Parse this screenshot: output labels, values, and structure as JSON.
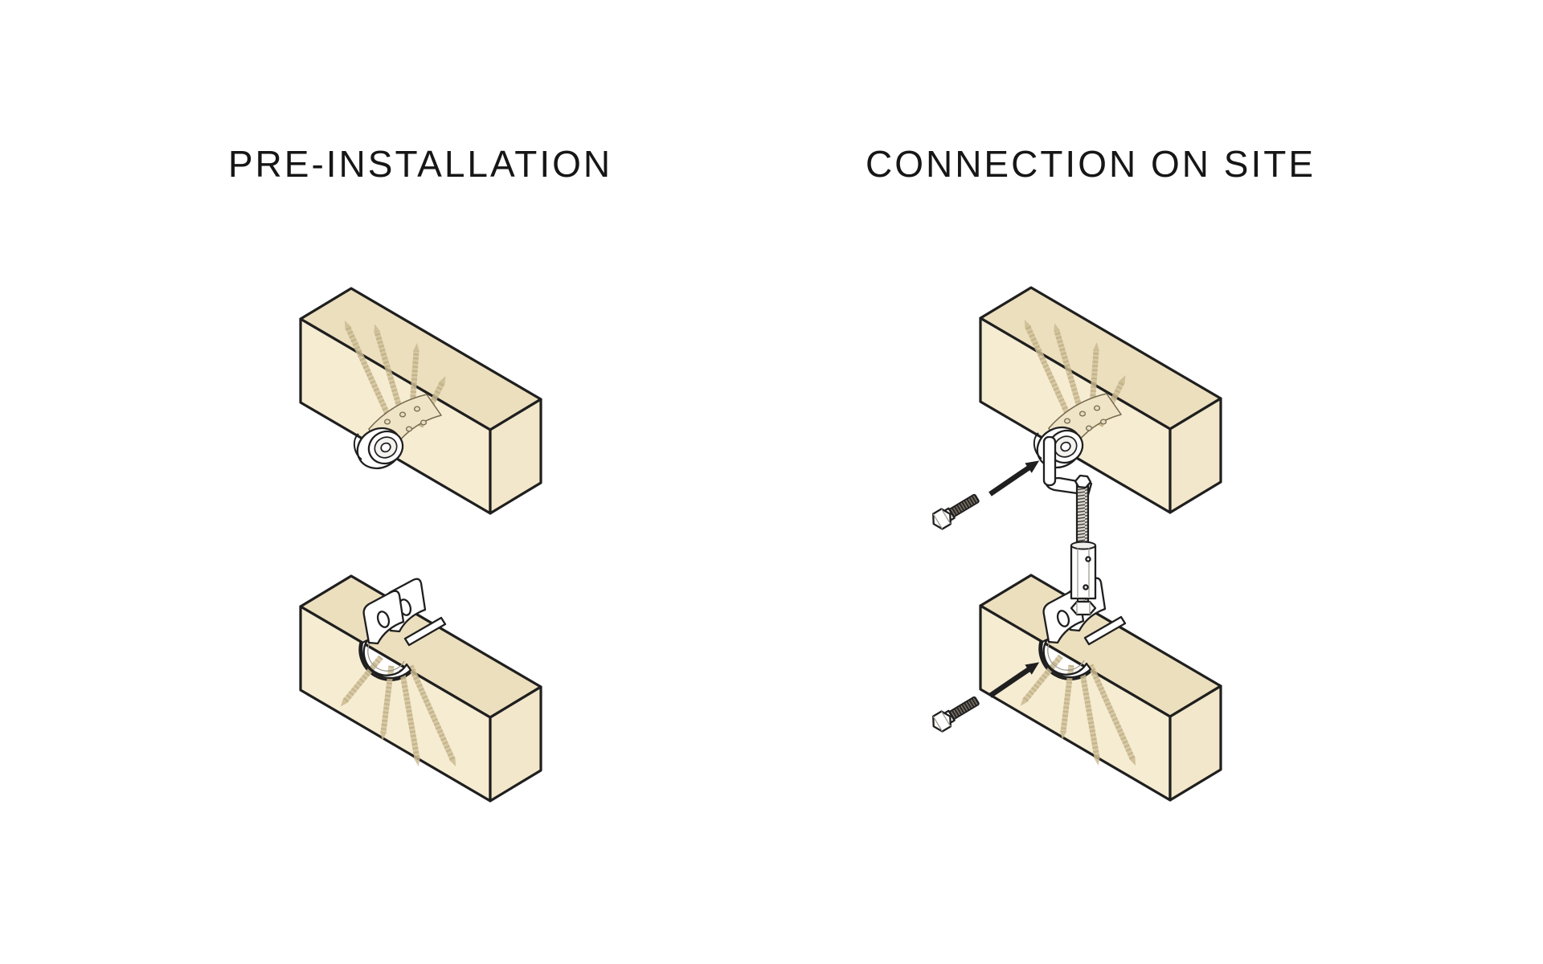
{
  "panels": [
    {
      "id": "pre-installation",
      "title": "PRE-INSTALLATION"
    },
    {
      "id": "connection-on-site",
      "title": "CONNECTION ON SITE"
    }
  ],
  "colors": {
    "background": "#ffffff",
    "outline": "#1f1f1f",
    "wood_front": "#f5ecd2",
    "wood_top": "#ecdfbe",
    "wood_end": "#f2e7ca",
    "hardware_fill": "#ffffff",
    "ghost_screw": "#cfc098",
    "title_text": "#161616",
    "arrow": "#1f1f1f"
  },
  "components": {
    "left_figure": [
      "upper-timber-beam",
      "concealed-screws",
      "disc-connector",
      "lower-timber-beam",
      "fork-connector"
    ],
    "right_figure": [
      "upper-timber-beam",
      "disc-connector",
      "clevis-bracket",
      "threaded-rod",
      "coupler-sleeve",
      "hex-nut",
      "fork-connector",
      "lower-timber-beam",
      "hex-bolt",
      "insert-arrow"
    ]
  }
}
